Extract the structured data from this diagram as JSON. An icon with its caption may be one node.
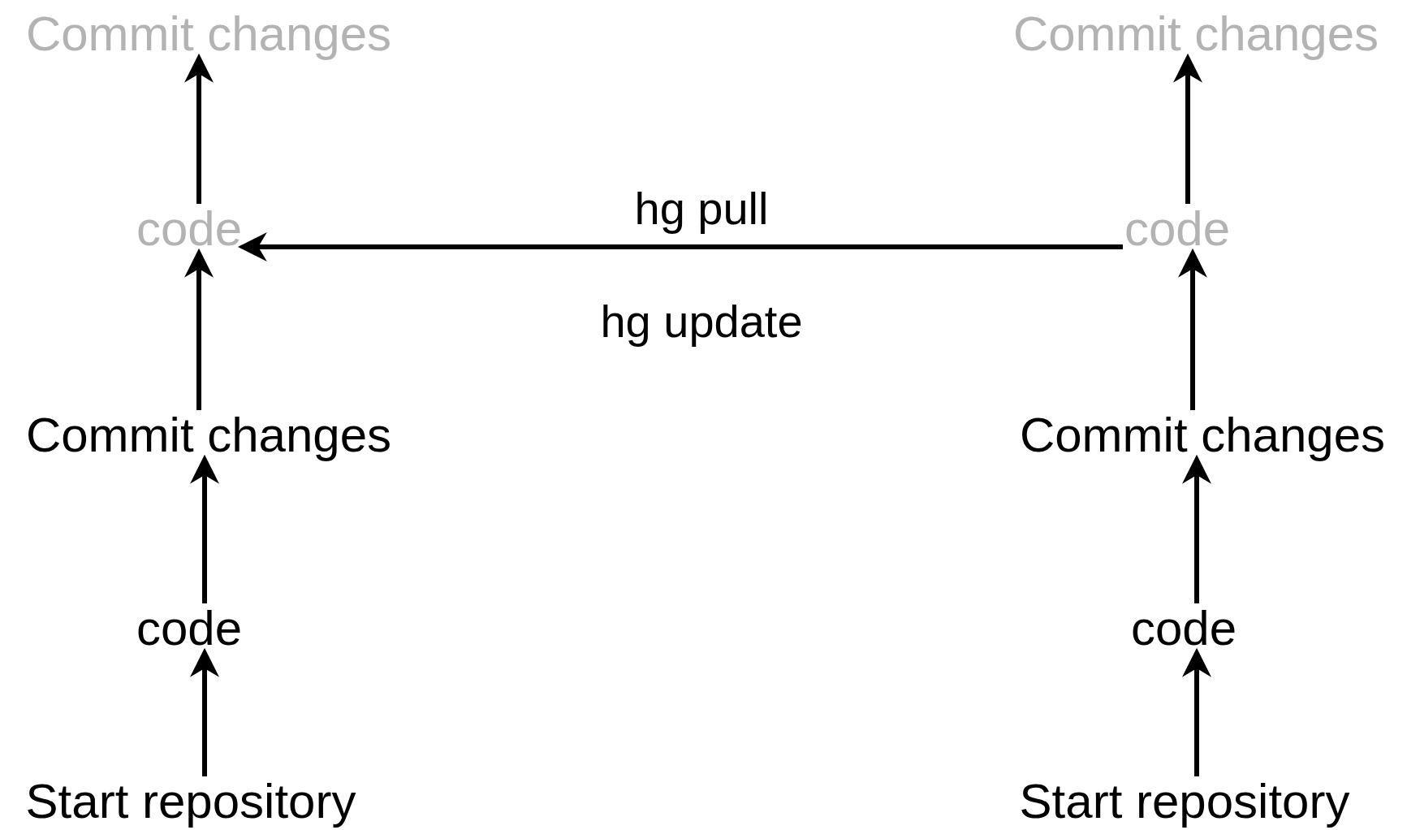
{
  "diagram": {
    "nodes": [
      {
        "text": [
          "Commit changes"
        ]
      },
      {
        "text": [
          "Commit changes"
        ]
      },
      {
        "text": [
          "code"
        ]
      },
      {
        "text": [
          "code"
        ]
      },
      {
        "text": [
          "Commit changes"
        ]
      },
      {
        "text": [
          "Commit changes"
        ]
      },
      {
        "text": [
          "code"
        ]
      },
      {
        "text": [
          "code"
        ]
      },
      {
        "text": [
          "Start repository"
        ]
      },
      {
        "text": [
          "Start repository"
        ]
      }
    ],
    "edges": [
      {
        "from": 8,
        "to": 6,
        "arrow": "to"
      },
      {
        "from": 6,
        "to": 4,
        "arrow": "to"
      },
      {
        "from": 4,
        "to": 2,
        "arrow": "to"
      },
      {
        "from": 2,
        "to": 0,
        "arrow": "to"
      },
      {
        "from": 9,
        "to": 7,
        "arrow": "to"
      },
      {
        "from": 7,
        "to": 5,
        "arrow": "to"
      },
      {
        "from": 5,
        "to": 3,
        "arrow": "to"
      },
      {
        "from": 3,
        "to": 1,
        "arrow": "to"
      },
      {
        "from": 3,
        "to": 2,
        "arrow": "to",
        "label": "hg pull"
      }
    ],
    "labels": [
      "hg update"
    ]
  }
}
